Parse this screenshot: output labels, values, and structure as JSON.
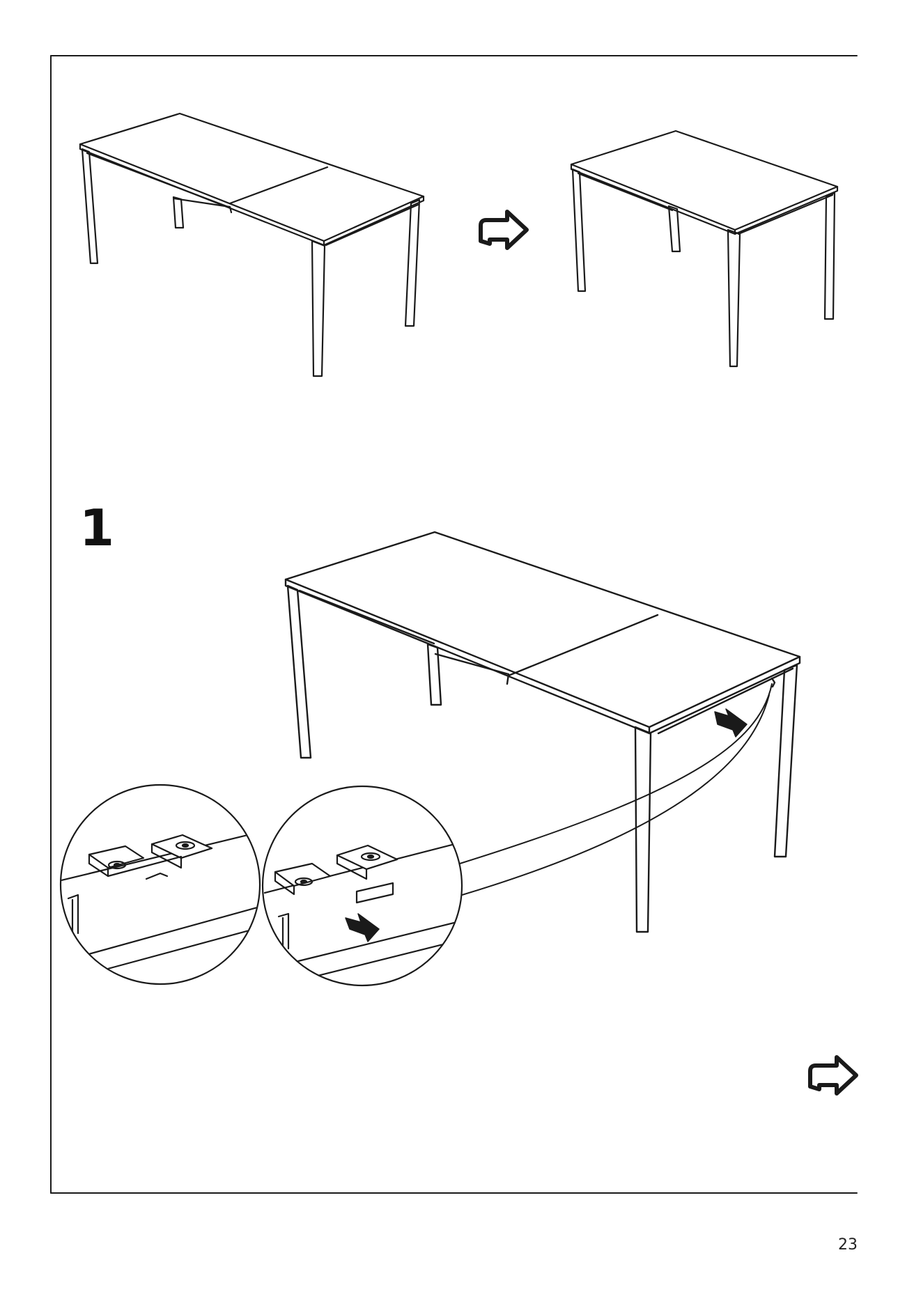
{
  "step": {
    "number": "1"
  },
  "footer": {
    "page_number": "23"
  },
  "icons": {
    "next_arrow": "turn-arrow-icon",
    "direction_arrow": "direction-arrow-icon",
    "tables": "table-illustration"
  }
}
